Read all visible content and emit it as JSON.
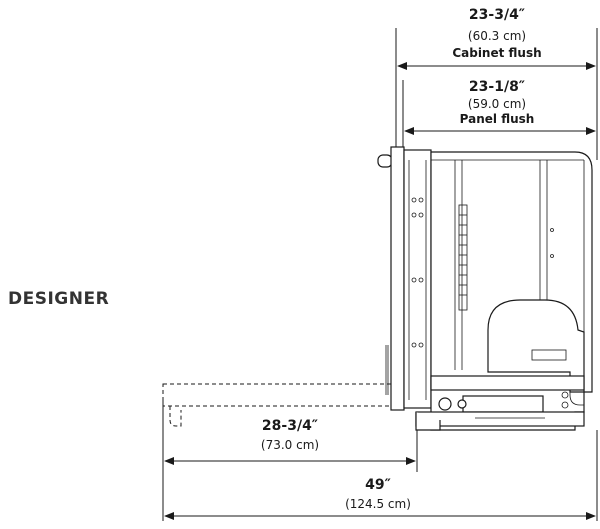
{
  "model_label": "DESIGNER",
  "dimensions": {
    "cabinet_flush": {
      "imperial": "23-3/4″",
      "metric": "(60.3 cm)",
      "label": "Cabinet flush"
    },
    "panel_flush": {
      "imperial": "23-1/8″",
      "metric": "(59.0 cm)",
      "label": "Panel flush"
    },
    "door_open": {
      "imperial": "28-3/4″",
      "metric": "(73.0 cm)"
    },
    "overall": {
      "imperial": "49″",
      "metric": "(124.5 cm)"
    }
  }
}
